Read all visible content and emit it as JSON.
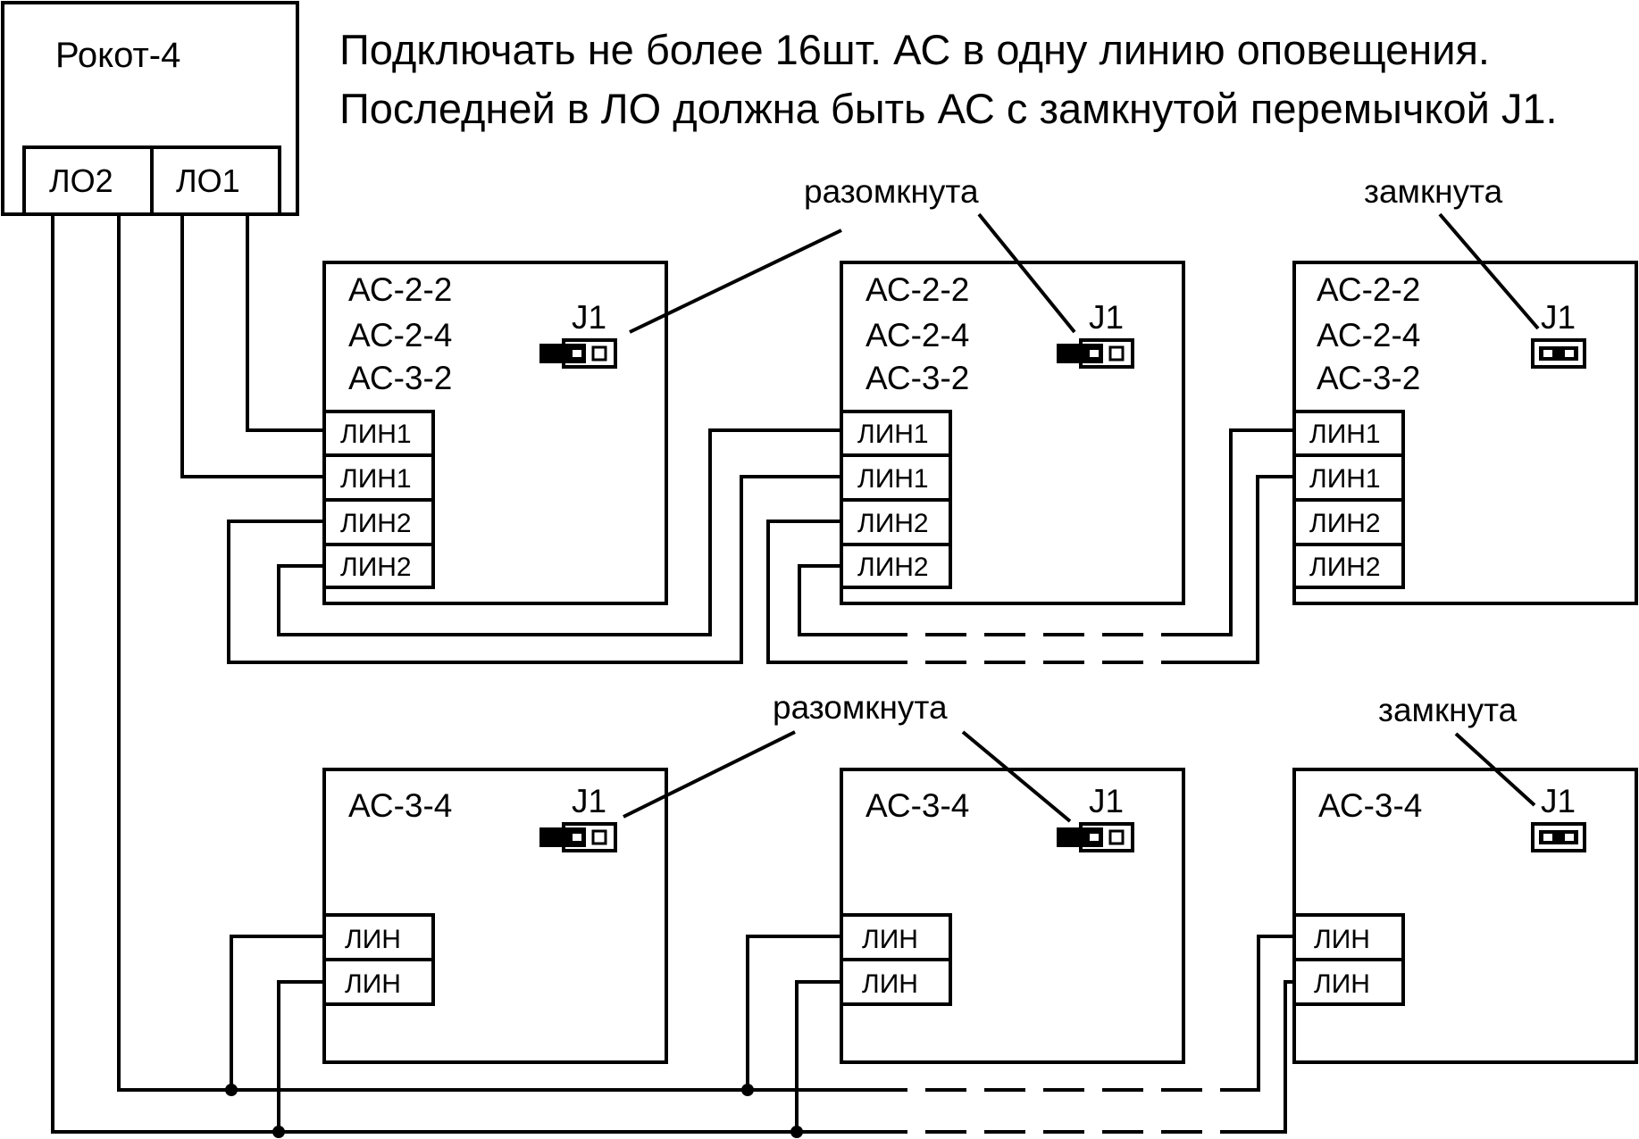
{
  "controller": {
    "title": "Рокот-4",
    "terminals": [
      "ЛО2",
      "ЛО1"
    ]
  },
  "notes": [
    "Подключать не более 16шт. АС в одну линию оповещения.",
    "Последней в ЛО должна быть АС с замкнутой перемычкой J1."
  ],
  "row1": {
    "models": [
      "АС-2-2",
      "АС-2-4",
      "АС-3-2"
    ],
    "terminals": [
      "ЛИН1",
      "ЛИН1",
      "ЛИН2",
      "ЛИН2"
    ],
    "jumper_label": "J1",
    "callout_open": "разомкнута",
    "callout_closed": "замкнута"
  },
  "row2": {
    "model": "АС-3-4",
    "terminals": [
      "ЛИН",
      "ЛИН"
    ],
    "jumper_label": "J1",
    "callout_open": "разомкнута",
    "callout_closed": "замкнута"
  },
  "colors": {
    "line": "#000000",
    "background": "#ffffff"
  }
}
